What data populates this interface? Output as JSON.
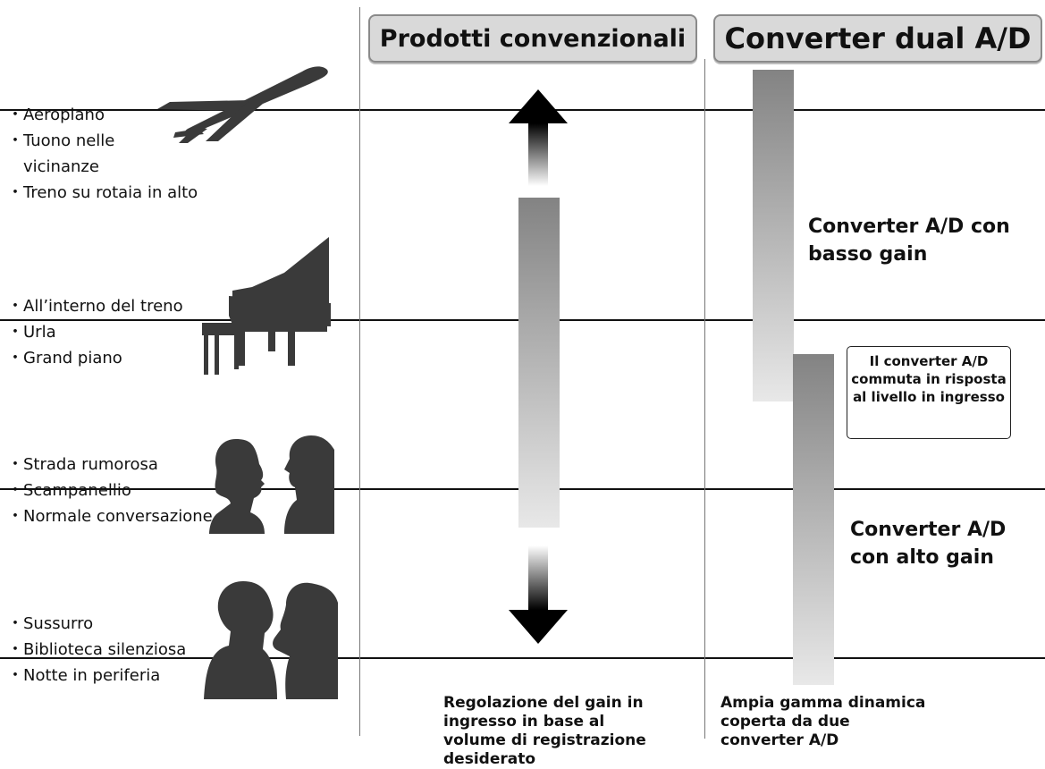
{
  "headers": {
    "conventional": "Prodotti convenzionali",
    "dual": "Converter dual A/D"
  },
  "sound_groups": [
    {
      "items": [
        "Aeroplano",
        "Tuono nelle\nvicinanze",
        "Treno su rotaia in alto"
      ]
    },
    {
      "items": [
        "All’interno del treno",
        "Urla",
        "Grand piano"
      ]
    },
    {
      "items": [
        "Strada rumorosa",
        "Scampanellio",
        "Normale conversazione"
      ]
    },
    {
      "items": [
        "Sussurro",
        "Biblioteca silenziosa",
        "Notte in periferia"
      ]
    }
  ],
  "labels": {
    "low_gain": "Converter A/D con basso gain",
    "high_gain": "Converter A/D con alto gain",
    "switch_note": "Il converter A/D commuta in risposta al livello in ingresso"
  },
  "captions": {
    "conventional": "Regolazione del gain in ingresso in base al volume di registrazione desiderato",
    "dual": "Ampia gamma dinamica coperta da due converter A/D"
  },
  "icons": [
    "airplane-icon",
    "grand-piano-icon",
    "conversation-icon",
    "whisper-icon"
  ],
  "colors": {
    "bar_dark": "#838383",
    "bar_light": "#e8e8e8",
    "header_bg": "#d9d9d9",
    "line": "#111111"
  }
}
